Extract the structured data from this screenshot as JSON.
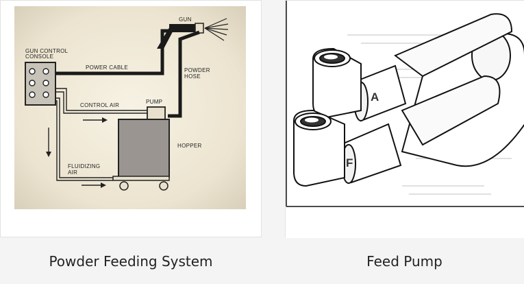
{
  "cards": [
    {
      "caption": "Powder Feeding System",
      "diagram": {
        "labels": {
          "gun": "GUN",
          "gun_control_line1": "GUN CONTROL",
          "gun_control_line2": "CONSOLE",
          "power_cable": "POWER CABLE",
          "powder_hose_line1": "POWDER",
          "powder_hose_line2": "HOSE",
          "pump": "PUMP",
          "control_air": "CONTROL AIR",
          "hopper": "HOPPER",
          "fluidizing_line1": "FLUIDIZING",
          "fluidizing_line2": "AIR"
        }
      }
    },
    {
      "caption": "Feed Pump",
      "diagram": {
        "labels": {
          "port_a": "A",
          "port_f": "F"
        }
      }
    }
  ]
}
